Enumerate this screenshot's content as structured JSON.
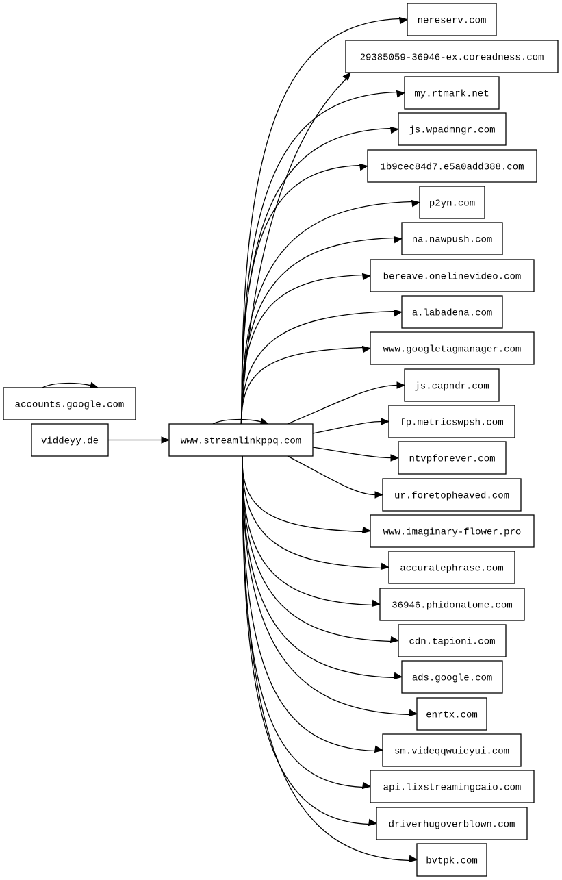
{
  "graph": {
    "type": "directed",
    "rankdir": "LR",
    "colors": {
      "stroke": "#000000",
      "fill": "#ffffff",
      "text": "#000000"
    },
    "nodes": [
      {
        "id": "accounts",
        "label": "accounts.google.com"
      },
      {
        "id": "viddeyy",
        "label": "viddeyy.de"
      },
      {
        "id": "main",
        "label": "www.streamlinkppq.com"
      },
      {
        "id": "t0",
        "label": "nereserv.com"
      },
      {
        "id": "t1",
        "label": "29385059-36946-ex.coreadness.com"
      },
      {
        "id": "t2",
        "label": "my.rtmark.net"
      },
      {
        "id": "t3",
        "label": "js.wpadmngr.com"
      },
      {
        "id": "t4",
        "label": "1b9cec84d7.e5a0add388.com"
      },
      {
        "id": "t5",
        "label": "p2yn.com"
      },
      {
        "id": "t6",
        "label": "na.nawpush.com"
      },
      {
        "id": "t7",
        "label": "bereave.onelinevideo.com"
      },
      {
        "id": "t8",
        "label": "a.labadena.com"
      },
      {
        "id": "t9",
        "label": "www.googletagmanager.com"
      },
      {
        "id": "t10",
        "label": "js.capndr.com"
      },
      {
        "id": "t11",
        "label": "fp.metricswpsh.com"
      },
      {
        "id": "t12",
        "label": "ntvpforever.com"
      },
      {
        "id": "t13",
        "label": "ur.foretopheaved.com"
      },
      {
        "id": "t14",
        "label": "www.imaginary-flower.pro"
      },
      {
        "id": "t15",
        "label": "accuratephrase.com"
      },
      {
        "id": "t16",
        "label": "36946.phidonatome.com"
      },
      {
        "id": "t17",
        "label": "cdn.tapioni.com"
      },
      {
        "id": "t18",
        "label": "ads.google.com"
      },
      {
        "id": "t19",
        "label": "enrtx.com"
      },
      {
        "id": "t20",
        "label": "sm.videqqwuieyui.com"
      },
      {
        "id": "t21",
        "label": "api.lixstreamingcaio.com"
      },
      {
        "id": "t22",
        "label": "driverhugoverblown.com"
      },
      {
        "id": "t23",
        "label": "bvtpk.com"
      }
    ],
    "edges": [
      {
        "from": "accounts",
        "to": "accounts"
      },
      {
        "from": "viddeyy",
        "to": "main"
      },
      {
        "from": "main",
        "to": "main"
      },
      {
        "from": "main",
        "to": "t0"
      },
      {
        "from": "main",
        "to": "t1"
      },
      {
        "from": "main",
        "to": "t2"
      },
      {
        "from": "main",
        "to": "t3"
      },
      {
        "from": "main",
        "to": "t4"
      },
      {
        "from": "main",
        "to": "t5"
      },
      {
        "from": "main",
        "to": "t6"
      },
      {
        "from": "main",
        "to": "t7"
      },
      {
        "from": "main",
        "to": "t8"
      },
      {
        "from": "main",
        "to": "t9"
      },
      {
        "from": "main",
        "to": "t10"
      },
      {
        "from": "main",
        "to": "t11"
      },
      {
        "from": "main",
        "to": "t12"
      },
      {
        "from": "main",
        "to": "t13"
      },
      {
        "from": "main",
        "to": "t14"
      },
      {
        "from": "main",
        "to": "t15"
      },
      {
        "from": "main",
        "to": "t16"
      },
      {
        "from": "main",
        "to": "t17"
      },
      {
        "from": "main",
        "to": "t18"
      },
      {
        "from": "main",
        "to": "t19"
      },
      {
        "from": "main",
        "to": "t20"
      },
      {
        "from": "main",
        "to": "t21"
      },
      {
        "from": "main",
        "to": "t22"
      },
      {
        "from": "main",
        "to": "t23"
      }
    ]
  }
}
